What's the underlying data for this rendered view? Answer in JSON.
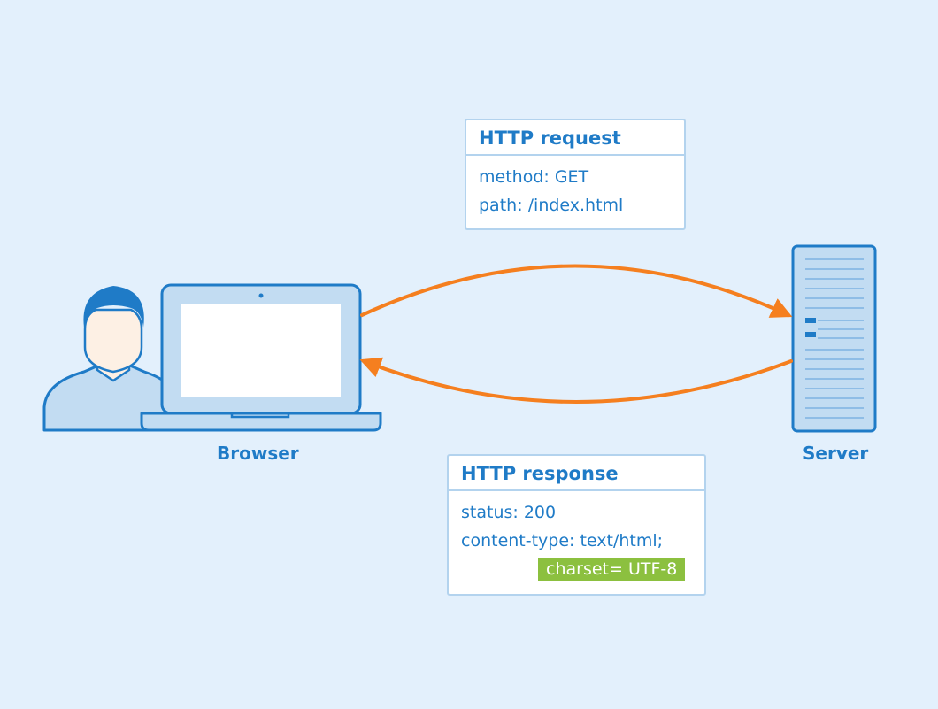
{
  "request": {
    "title": "HTTP request",
    "lines": [
      "method: GET",
      "path: /index.html"
    ]
  },
  "response": {
    "title": "HTTP response",
    "lines": [
      "status: 200",
      "content-type: text/html;"
    ],
    "highlight": "charset= UTF-8"
  },
  "labels": {
    "browser": "Browser",
    "server": "Server"
  },
  "colors": {
    "background": "#e3f0fc",
    "accent_blue": "#1f7bc7",
    "arrow_orange": "#f57f1f",
    "highlight_green": "#8cc03f"
  }
}
